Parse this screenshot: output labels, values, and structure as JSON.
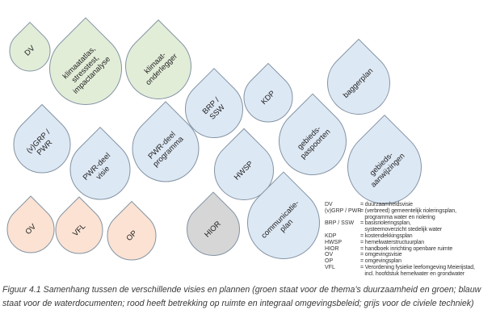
{
  "drops": [
    {
      "label": "DV",
      "color": "green"
    },
    {
      "label": "klimaatatlas,\nstresstest,\nimpactanalyse",
      "color": "green"
    },
    {
      "label": "klimaat-\nonderlegger",
      "color": "green"
    },
    {
      "label": "BRP /\nSSW",
      "color": "blue"
    },
    {
      "label": "KDP",
      "color": "blue"
    },
    {
      "label": "baggerplan",
      "color": "blue"
    },
    {
      "label": "(v)GRP /\nPWR",
      "color": "blue"
    },
    {
      "label": "PWR-deel\nvisie",
      "color": "blue"
    },
    {
      "label": "PWR-deel\nprogramma",
      "color": "blue"
    },
    {
      "label": "gebieds-\npaspoorten",
      "color": "blue"
    },
    {
      "label": "gebieds-\naanwijzingen",
      "color": "blue"
    },
    {
      "label": "HWSP",
      "color": "blue"
    },
    {
      "label": "HIOR",
      "color": "gray"
    },
    {
      "label": "communicatie-\nplan",
      "color": "blue"
    },
    {
      "label": "OV",
      "color": "orange"
    },
    {
      "label": "VFL",
      "color": "orange"
    },
    {
      "label": "OP",
      "color": "orange"
    }
  ],
  "colors": {
    "green": "#e2edd8",
    "blue": "#dde8f5",
    "orange": "#fbe2d3",
    "gray": "#d6d6d6",
    "border": "#8393a3"
  },
  "legend": [
    {
      "abbr": "DV",
      "def": "= duurzaamheidsvisie"
    },
    {
      "abbr": "(v)GRP / PWR",
      "def": "= (verbreed) gemeentelijk rioleringsplan,\n   programma water en riolering"
    },
    {
      "abbr": "BRP / SSW",
      "def": "= basisrioleringsplan,\n   systeemoverzicht stedelijk water"
    },
    {
      "abbr": "KDP",
      "def": "= kostendekkingsplan"
    },
    {
      "abbr": "HWSP",
      "def": "= hemelwaterstructuurplan"
    },
    {
      "abbr": "HIOR",
      "def": "= handboek inrichting openbare ruimte"
    },
    {
      "abbr": "OV",
      "def": "= omgevingsvisie"
    },
    {
      "abbr": "OP",
      "def": "= omgevingsplan"
    },
    {
      "abbr": "VFL",
      "def": "= Verordening fysieke leefomgeving Meierijstad,\n   incl. hoofdstuk hemelwater en grondwater"
    }
  ],
  "caption": "Figuur 4.1 Samenhang tussen de verschillende visies en plannen (groen staat voor de thema’s duurzaamheid en groen; blauw staat voor de waterdocumenten; rood heeft betrekking op ruimte en integraal omgevingsbeleid; grijs voor de civiele techniek)"
}
